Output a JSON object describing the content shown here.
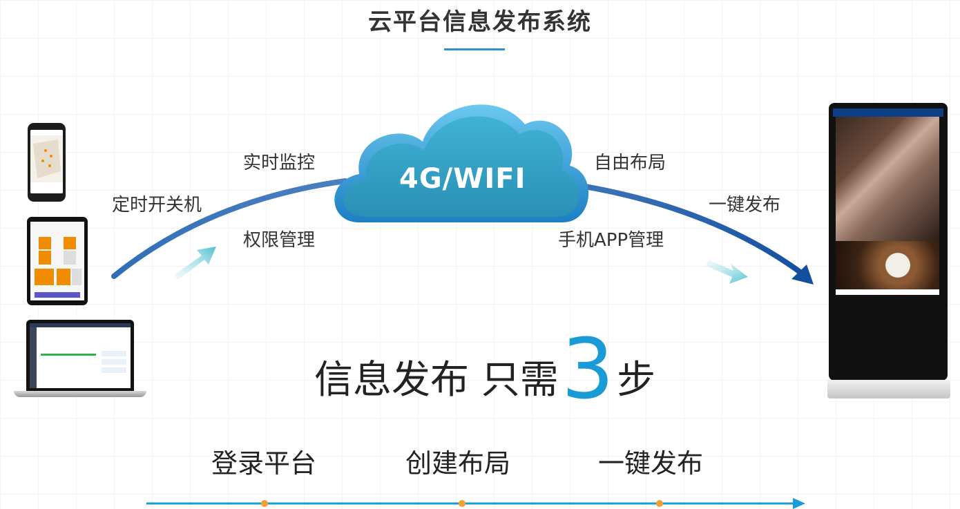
{
  "title": "云平台信息发布系统",
  "cloud": {
    "label": "4G/WIFI"
  },
  "features_left": {
    "schedule": "定时开关机",
    "monitor": "实时监控",
    "permission": "权限管理"
  },
  "features_right": {
    "layout": "自由布局",
    "publish": "一键发布",
    "app": "手机APP管理"
  },
  "slogan": {
    "prefix": "信息发布 只需",
    "number": "3",
    "suffix": "步"
  },
  "steps": [
    {
      "label": "登录平台"
    },
    {
      "label": "创建布局"
    },
    {
      "label": "一键发布"
    }
  ],
  "colors": {
    "accent": "#1a9bd6",
    "arc_start": "#2b63a8",
    "arc_end": "#1e5aa8",
    "cloud": "#2aa7c9",
    "step_dot": "#f0a030"
  }
}
